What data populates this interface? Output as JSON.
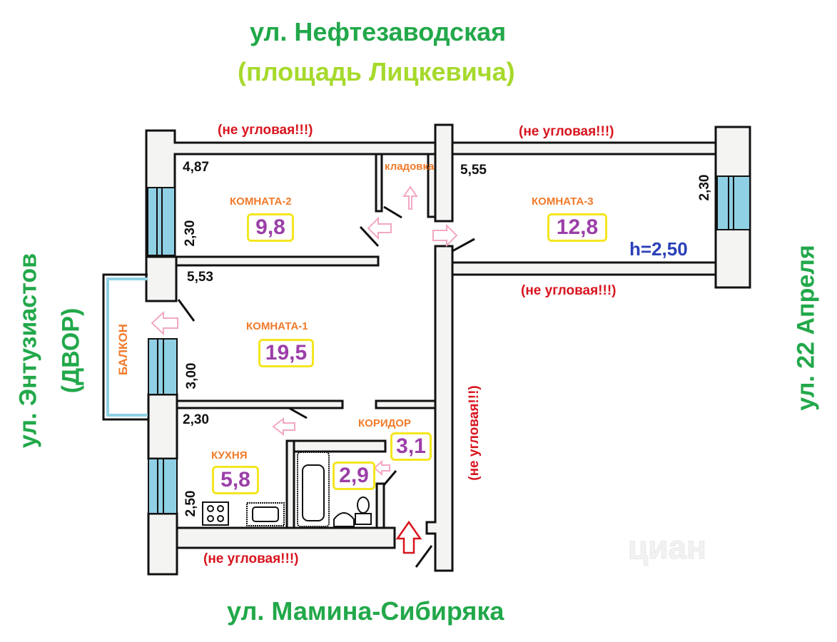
{
  "streets": {
    "north": "ул. Нефтезаводская",
    "north_sub": "(площадь Лицкевича)",
    "west": "ул. Энтузиастов",
    "west_sub": "(ДВОР)",
    "east": "ул.  22 Апреля",
    "south": "ул. Мамина-Сибиряка"
  },
  "not_corner_label": "(не угловая!!!)",
  "rooms": {
    "room2": {
      "name": "КОМНАТА-2",
      "area": "9,8",
      "length": "4,87",
      "width": "2,30"
    },
    "room3": {
      "name": "КОМНАТА-3",
      "area": "12,8",
      "length": "5,55",
      "width": "2,30"
    },
    "room1": {
      "name": "КОМНАТА-1",
      "area": "19,5",
      "length": "5,53",
      "width": "3,00"
    },
    "kitchen": {
      "name": "КУХНЯ",
      "area": "5,8",
      "length": "2,30",
      "width": "2,50"
    },
    "corridor": {
      "name": "КОРИДОР",
      "area": "3,1"
    },
    "bathroom": {
      "area": "2,9"
    },
    "storage": {
      "name": "кладовка"
    },
    "balcony": {
      "name": "БАЛКОН"
    }
  },
  "ceiling_height": "h=2,50",
  "watermark": "циан",
  "colors": {
    "street_green": "#22a84a",
    "street_lime": "#a6d92c",
    "warning_red": "#d8141e",
    "room_label_orange": "#f07a2a",
    "area_purple": "#9b3fa8",
    "area_frame_yellow": "#f4e620",
    "window_blue": "#8fd0e4",
    "arrow_pink": "#f2a8c4",
    "height_blue": "#2a3fb8"
  }
}
